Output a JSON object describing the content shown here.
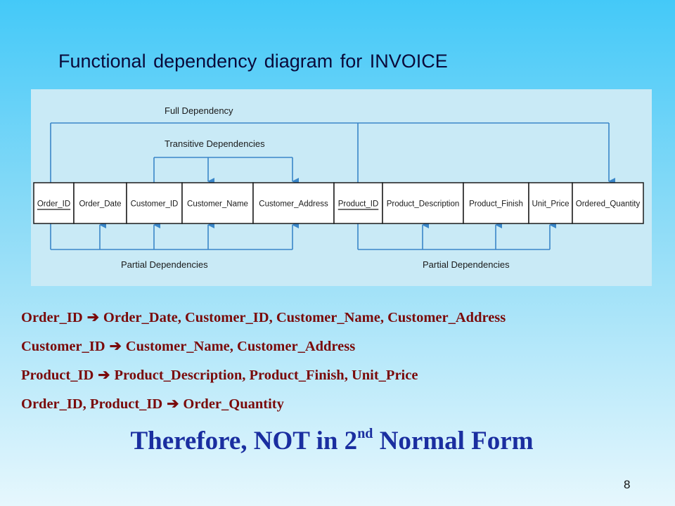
{
  "slide": {
    "title": "Functional dependency diagram for INVOICE",
    "page_number": "8"
  },
  "diagram": {
    "labels": {
      "full": "Full Dependency",
      "transitive": "Transitive Dependencies",
      "partial_left": "Partial Dependencies",
      "partial_right": "Partial Dependencies"
    },
    "attributes": [
      {
        "name": "Order_ID",
        "key": true
      },
      {
        "name": "Order_Date",
        "key": false
      },
      {
        "name": "Customer_ID",
        "key": false
      },
      {
        "name": "Customer_Name",
        "key": false
      },
      {
        "name": "Customer_Address",
        "key": false
      },
      {
        "name": "Product_ID",
        "key": true
      },
      {
        "name": "Product_Description",
        "key": false
      },
      {
        "name": "Product_Finish",
        "key": false
      },
      {
        "name": "Unit_Price",
        "key": false
      },
      {
        "name": "Ordered_Quantity",
        "key": false
      }
    ],
    "colors": {
      "line": "#1a1a1a",
      "arrow": "#3a86c8",
      "cell": "#ffffff",
      "panel": "#c9eaf6"
    }
  },
  "dependencies": [
    {
      "determinant": "Order_ID",
      "arrow": "➔",
      "dependents": "Order_Date, Customer_ID, Customer_Name, Customer_Address"
    },
    {
      "determinant": "Customer_ID",
      "arrow": "➔",
      "dependents": "Customer_Name, Customer_Address"
    },
    {
      "determinant": "Product_ID",
      "arrow": "➔",
      "dependents": "Product_Description, Product_Finish, Unit_Price"
    },
    {
      "determinant": "Order_ID, Product_ID",
      "arrow": "➔",
      "dependents": "Order_Quantity"
    }
  ],
  "conclusion": {
    "before": "Therefore, NOT in 2",
    "superscript": "nd",
    "after": " Normal Form"
  },
  "colors": {
    "title": "#0a0a3a",
    "dependency_text": "#7a0a0a",
    "conclusion_text": "#1a2ea0"
  }
}
